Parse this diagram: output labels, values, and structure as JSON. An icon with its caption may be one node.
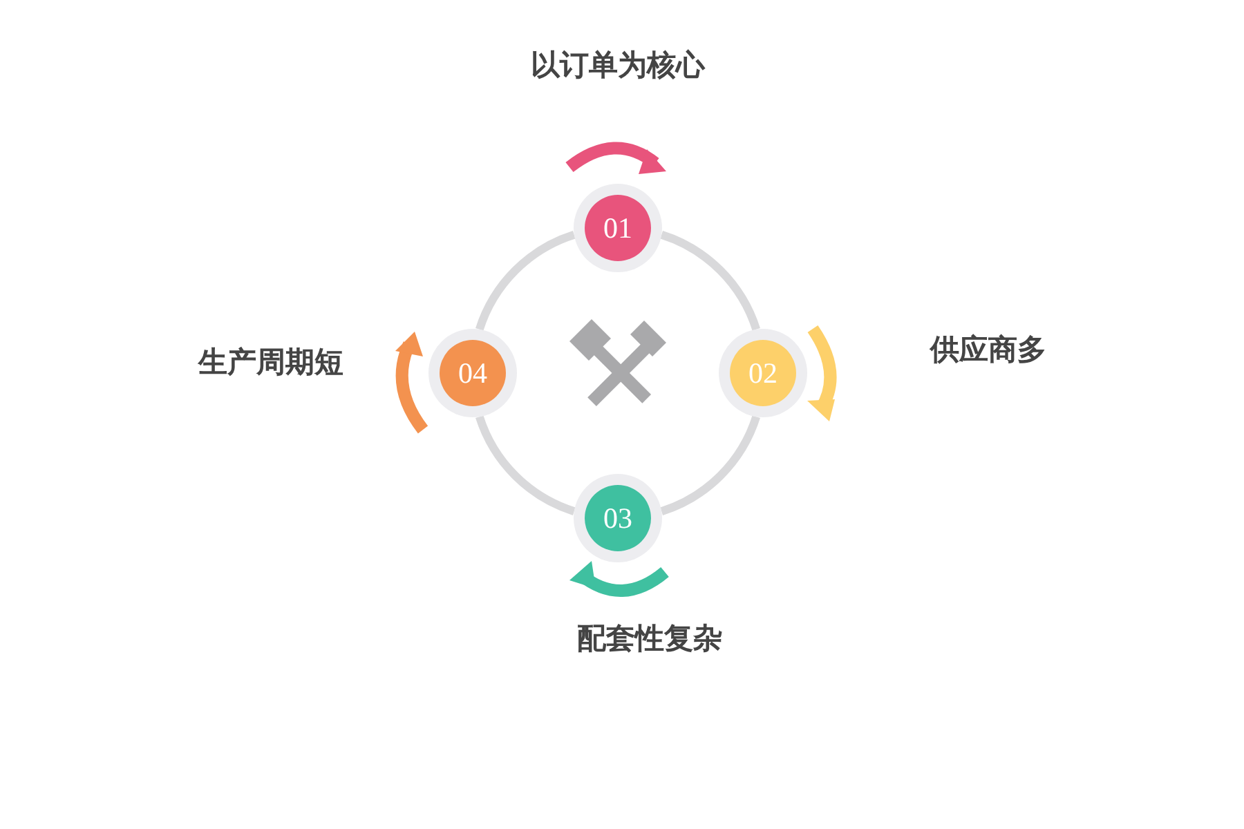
{
  "diagram": {
    "nodes": [
      {
        "text": [
          "01"
        ]
      },
      {
        "text": [
          "02"
        ]
      },
      {
        "text": [
          "03"
        ]
      },
      {
        "text": [
          "04"
        ]
      }
    ],
    "edges": [
      {
        "from": 0,
        "to": 1,
        "arrow": "none"
      },
      {
        "from": 1,
        "to": 2,
        "arrow": "none"
      },
      {
        "from": 2,
        "to": 3,
        "arrow": "none"
      },
      {
        "from": 3,
        "to": 0,
        "arrow": "none"
      }
    ],
    "labels": [
      "以订单为核心",
      "生产周期短",
      "供应商多",
      "配套性复杂"
    ]
  }
}
